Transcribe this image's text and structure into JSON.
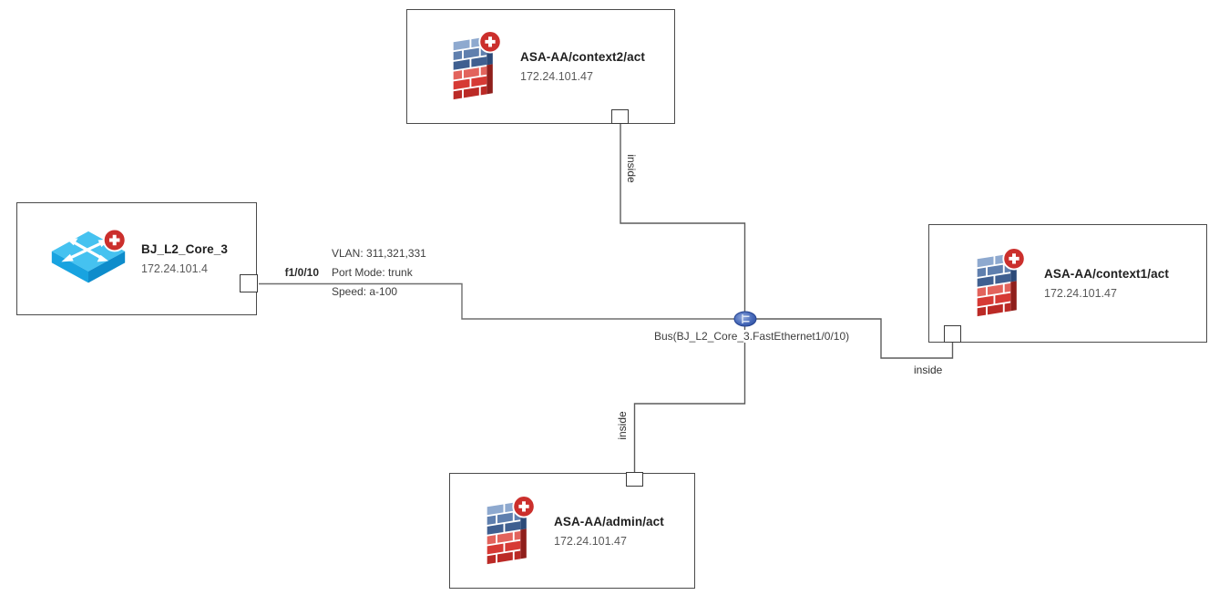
{
  "nodes": {
    "context2": {
      "name": "ASA-AA/context2/act",
      "ip": "172.24.101.47",
      "type": "firewall"
    },
    "core3": {
      "name": "BJ_L2_Core_3",
      "ip": "172.24.101.4",
      "type": "switch"
    },
    "context1": {
      "name": "ASA-AA/context1/act",
      "ip": "172.24.101.47",
      "type": "firewall"
    },
    "admin": {
      "name": "ASA-AA/admin/act",
      "ip": "172.24.101.47",
      "type": "firewall"
    }
  },
  "bus": {
    "label": "Bus(BJ_L2_Core_3.FastEthernet1/0/10)"
  },
  "link": {
    "port_label": "f1/0/10",
    "vlan": "VLAN: 311,321,331",
    "port_mode": "Port Mode: trunk",
    "speed": "Speed: a-100"
  },
  "interfaces": {
    "context2_inside": "inside",
    "context1_inside": "inside",
    "admin_inside": "inside"
  },
  "icons": {
    "firewall": "firewall-icon",
    "switch": "switch-icon",
    "bus": "bus-icon",
    "status_badge": "plus-badge-icon"
  },
  "colors": {
    "link_line": "#616161",
    "node_border": "#4a4a4a",
    "name_text": "#1f1f1f",
    "ip_text": "#595959",
    "label_text": "#3d3d3d",
    "badge_red": "#cb2f2c",
    "switch_cyan": "#29aae1",
    "firewall_blue": "#4a6fa5",
    "firewall_red": "#d63a35",
    "bus_blue": "#2f55a5"
  }
}
